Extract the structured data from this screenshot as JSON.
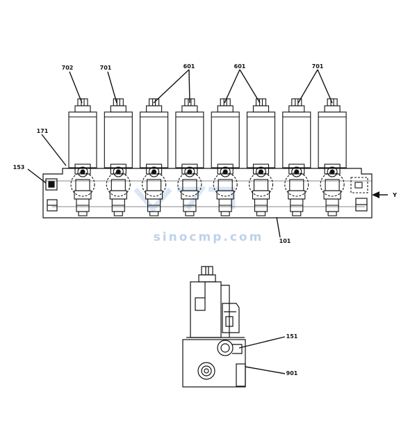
{
  "labels": {
    "l702": "702",
    "l701a": "701",
    "l601a": "601",
    "l601b": "601",
    "l701b": "701",
    "l171": "171",
    "l153": "153",
    "lY": "Y",
    "l101": "101",
    "l151": "151",
    "l901": "901"
  },
  "watermark": {
    "text": "sinocmp.com",
    "color": "#bcd3ea"
  },
  "solenoid_count": 8,
  "line_color": "#111111"
}
